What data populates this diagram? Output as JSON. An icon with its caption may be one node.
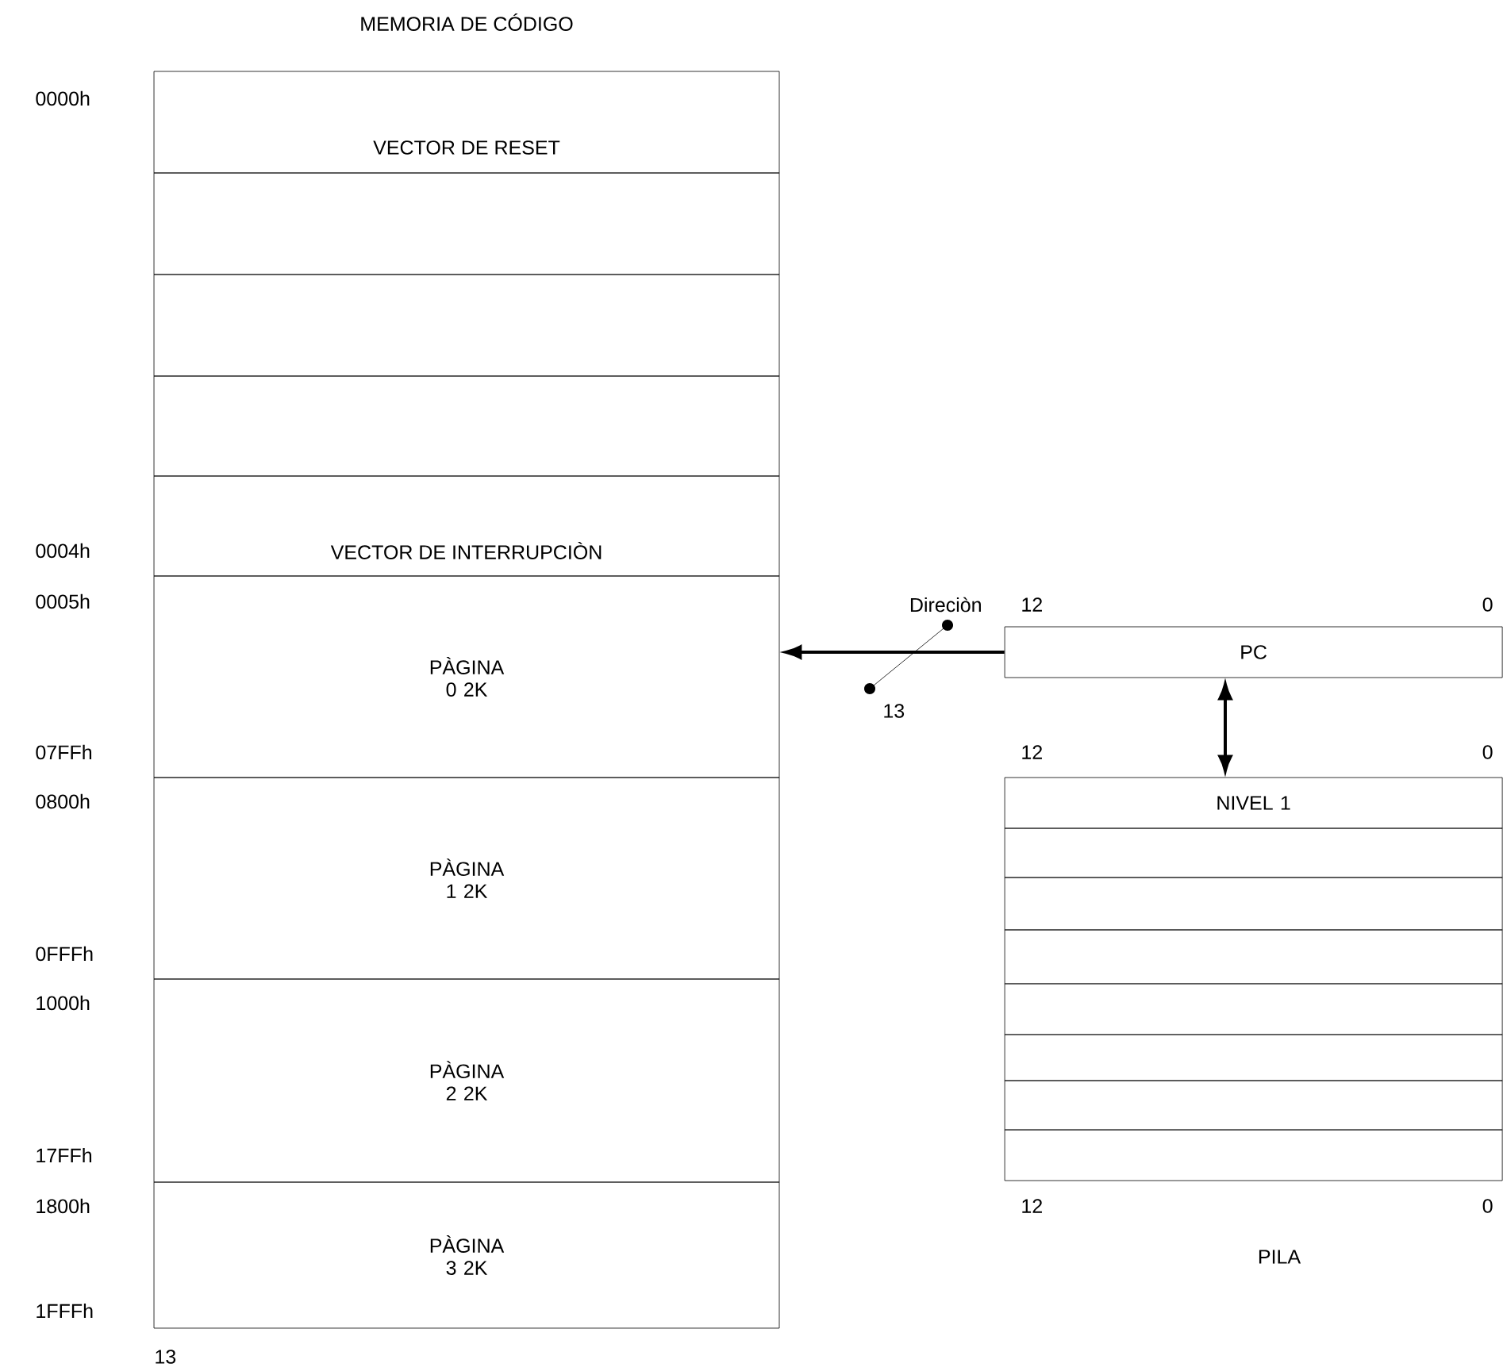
{
  "diagram": {
    "title": "MEMORIA DE CÓDIGO",
    "nodes": [
      {
        "text": [
          "VECTOR DE RESET"
        ]
      },
      {
        "text": [],
        "shape": "box"
      },
      {
        "text": [],
        "shape": "box"
      },
      {
        "text": [],
        "shape": "box"
      },
      {
        "text": [
          "VECTOR DE INTERRUPCIÒN"
        ]
      },
      {
        "text": [
          "PÀGINA 0 2K"
        ]
      },
      {
        "text": [
          "PÀGINA 1 2K"
        ]
      },
      {
        "text": [
          "PÀGINA 2 2K"
        ]
      },
      {
        "text": [
          "PÀGINA 3 2K"
        ]
      },
      {
        "text": [
          "PC"
        ]
      },
      {
        "text": [
          "NIVEL 1"
        ]
      },
      {
        "text": [],
        "shape": "box"
      },
      {
        "text": [],
        "shape": "box"
      },
      {
        "text": [],
        "shape": "box"
      },
      {
        "text": [],
        "shape": "box"
      },
      {
        "text": [],
        "shape": "box"
      },
      {
        "text": [],
        "shape": "box"
      },
      {
        "text": [],
        "shape": "box"
      }
    ],
    "edges": [
      {
        "from": 9,
        "to": 5,
        "arrow": "to",
        "label": "Direciòn"
      },
      {
        "from": 9,
        "to": 10,
        "arrow": "both"
      }
    ],
    "labels": [
      "0000h",
      "0004h",
      "0005h",
      "12",
      "0",
      "13",
      "07FFh",
      "12",
      "0",
      "0800h",
      "0FFFh",
      "1000h",
      "17FFh",
      "1800h",
      "12",
      "0",
      "PILA",
      "1FFFh",
      "13"
    ]
  }
}
